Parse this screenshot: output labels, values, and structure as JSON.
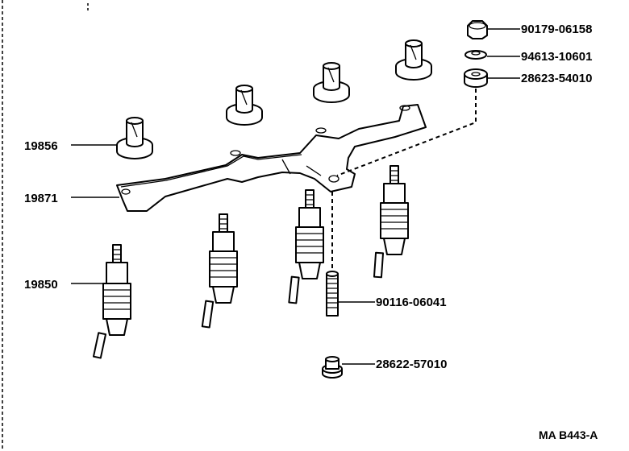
{
  "labels": {
    "nut": "90179-06158",
    "washer": "94613-10601",
    "spacer": "28623-54010",
    "insulator": "19856",
    "connector": "19871",
    "glow_plug": "19850",
    "stud": "90116-06041",
    "sleeve": "28622-57010"
  },
  "figure_ref": "MA B443-A"
}
